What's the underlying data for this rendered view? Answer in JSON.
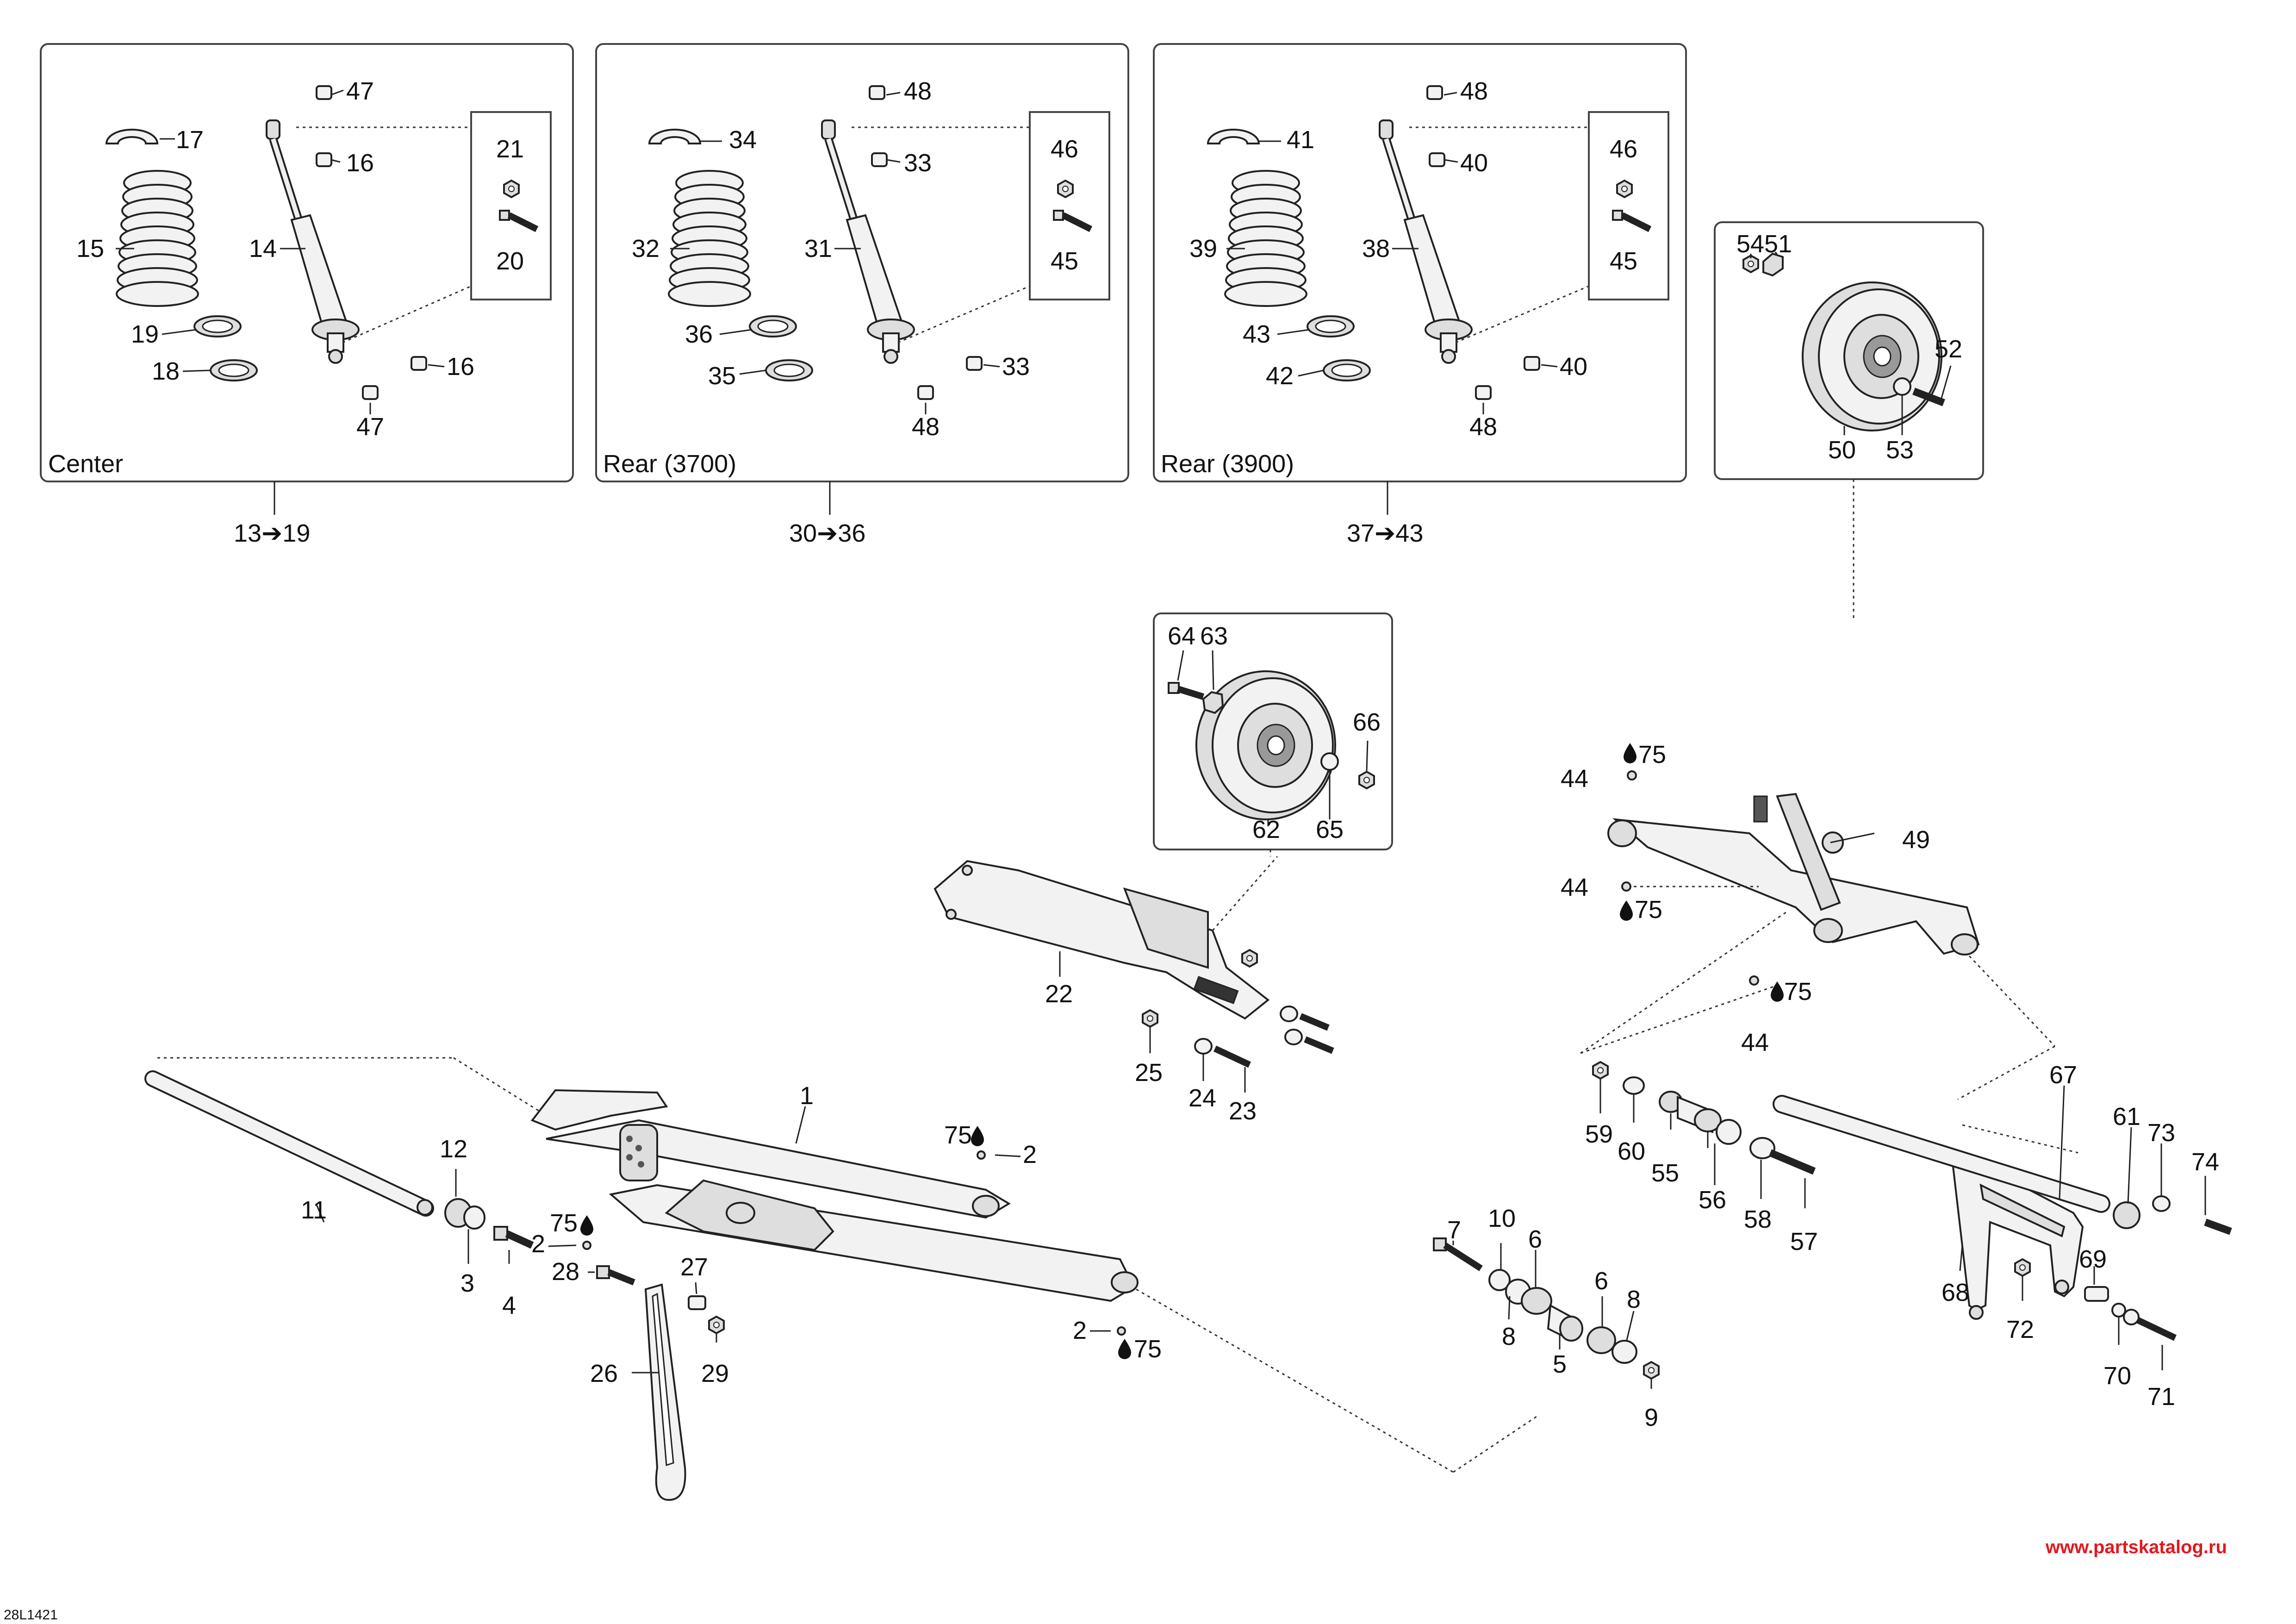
{
  "boxes": {
    "center": "Center",
    "rear3700": "Rear (3700)",
    "rear3900": "Rear (3900)"
  },
  "ranges": {
    "center": "13➔19",
    "rear3700": "30➔36",
    "rear3900": "37➔43"
  },
  "callouts": {
    "c47a": "47",
    "c17": "17",
    "c16a": "16",
    "c21": "21",
    "c15": "15",
    "c14": "14",
    "c20": "20",
    "c19": "19",
    "c18": "18",
    "c16b": "16",
    "c47b": "47",
    "c48a": "48",
    "c34": "34",
    "c33a": "33",
    "c46a": "46",
    "c32": "32",
    "c31": "31",
    "c45a": "45",
    "c36": "36",
    "c35": "35",
    "c33b": "33",
    "c48b": "48",
    "c48c": "48",
    "c41": "41",
    "c40a": "40",
    "c46b": "46",
    "c39": "39",
    "c38": "38",
    "c45b": "45",
    "c43": "43",
    "c42": "42",
    "c40b": "40",
    "c48d": "48",
    "c54": "54",
    "c51": "51",
    "c52": "52",
    "c50": "50",
    "c53": "53",
    "c64": "64",
    "c63": "63",
    "c66": "66",
    "c62": "62",
    "c65": "65",
    "c44a": "44",
    "c75a": "75",
    "c49": "49",
    "c44b": "44",
    "c75b": "75",
    "c75c": "75",
    "c44c": "44",
    "c22": "22",
    "c25": "25",
    "c24": "24",
    "c23": "23",
    "c1": "1",
    "c75d": "75",
    "c2a": "2",
    "c12": "12",
    "c11": "11",
    "c2b": "2",
    "c75e": "75",
    "c3": "3",
    "c4": "4",
    "c28": "28",
    "c27": "27",
    "c29": "29",
    "c26": "26",
    "c2c": "2",
    "c75f": "75",
    "c7": "7",
    "c10": "10",
    "c6a": "6",
    "c8a": "8",
    "c5": "5",
    "c6b": "6",
    "c8b": "8",
    "c9": "9",
    "c59": "59",
    "c60": "60",
    "c55": "55",
    "c56": "56",
    "c58": "58",
    "c57": "57",
    "c67": "67",
    "c61": "61",
    "c73": "73",
    "c74": "74",
    "c68": "68",
    "c69": "69",
    "c72": "72",
    "c70": "70",
    "c71": "71"
  },
  "watermark": "www.partskatalog.ru",
  "drawing_code": "28L1421"
}
